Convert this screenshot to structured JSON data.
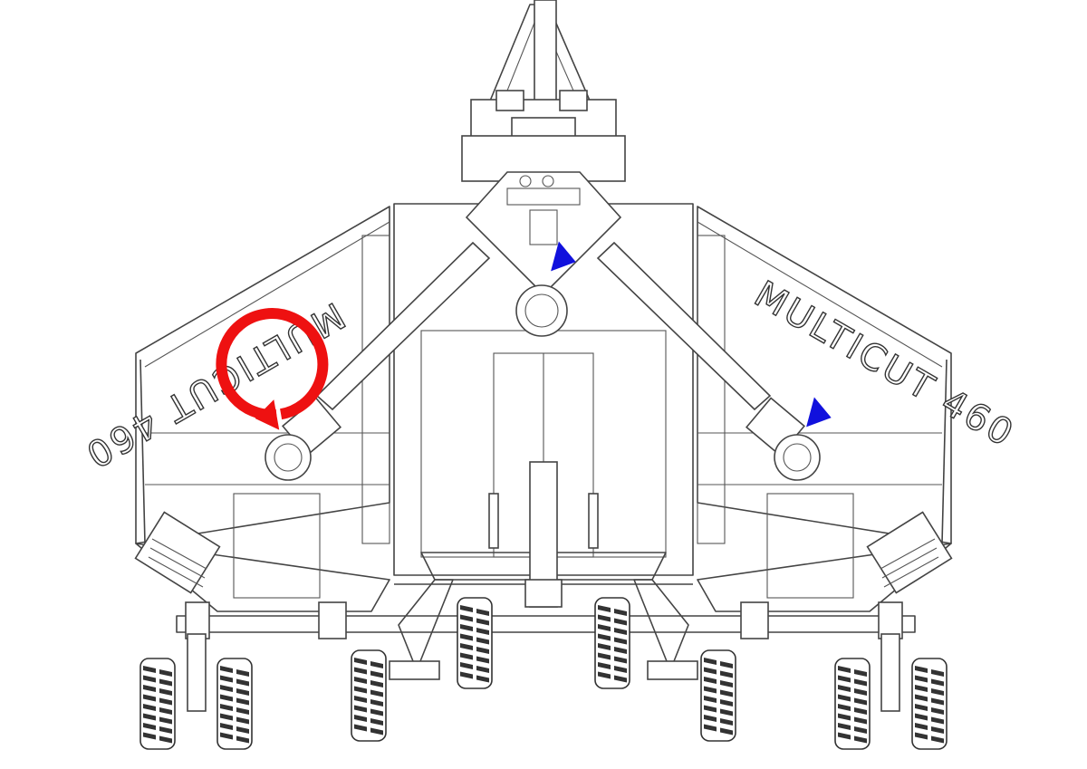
{
  "diagram": {
    "brand_left": "MULTICUT 460",
    "brand_right": "MULTICUT 460",
    "colors": {
      "line": "#444444",
      "background": "#ffffff",
      "arrow_counterclockwise": "#ee1111",
      "arrow_clockwise": "#1111dd"
    },
    "rotations": [
      {
        "id": "left-gearbox",
        "direction": "counterclockwise",
        "color": "#ee1111"
      },
      {
        "id": "center-gearbox",
        "direction": "clockwise",
        "color": "#1111dd"
      },
      {
        "id": "right-gearbox",
        "direction": "clockwise",
        "color": "#1111dd"
      }
    ]
  }
}
